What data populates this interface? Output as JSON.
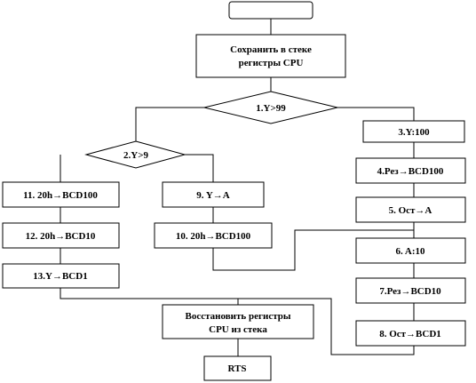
{
  "flowchart": {
    "nodes": {
      "start": {
        "label": ""
      },
      "save": {
        "line1": "Сохранить в стеке",
        "line2": "регистры CPU"
      },
      "d1": {
        "label": "1.Y>99"
      },
      "d2": {
        "label": "2.Y>9"
      },
      "n3": {
        "label": "3.Y:100"
      },
      "n4": {
        "label": "4.Рез→BCD100"
      },
      "n5": {
        "label": "5. Ост→A"
      },
      "n6": {
        "label": "6. A:10"
      },
      "n7": {
        "label": "7.Рез→BCD10"
      },
      "n8": {
        "label": "8. Ост→BCD1"
      },
      "n9": {
        "label": "9. Y→A"
      },
      "n10": {
        "label": "10. 20h→BCD100"
      },
      "n11": {
        "label": "11. 20h→BCD100"
      },
      "n12": {
        "label": "12. 20h→BCD10"
      },
      "n13": {
        "label": "13.Y→BCD1"
      },
      "restore": {
        "line1": "Восстановить регистры",
        "line2": "CPU из стека"
      },
      "rts": {
        "label": "RTS"
      }
    }
  },
  "colors": {
    "stroke": "#000000",
    "fill": "#ffffff",
    "text": "#000000"
  }
}
